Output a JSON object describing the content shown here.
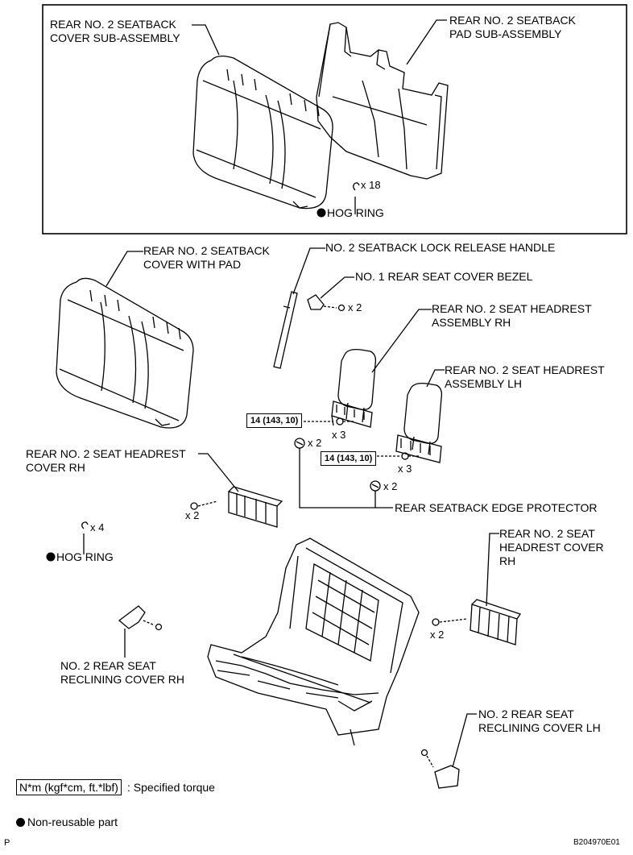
{
  "labels": {
    "rear_seatback_cover_subassy": "REAR NO. 2 SEATBACK\nCOVER SUB-ASSEMBLY",
    "rear_seatback_pad_subassy": "REAR NO. 2 SEATBACK\nPAD SUB-ASSEMBLY",
    "hog_ring_top_qty": "x 18",
    "hog_ring_top": "HOG RING",
    "seatback_cover_with_pad": "REAR NO. 2 SEATBACK\nCOVER WITH PAD",
    "lock_release_handle": "NO. 2 SEATBACK LOCK RELEASE HANDLE",
    "rear_seat_cover_bezel": "NO. 1 REAR SEAT COVER BEZEL",
    "bezel_qty": "x 2",
    "headrest_assy_rh": "REAR NO. 2 SEAT HEADREST\nASSEMBLY RH",
    "headrest_assy_lh": "REAR NO. 2 SEAT HEADREST\nASSEMBLY LH",
    "torque_1": "14 (143, 10)",
    "torque_1_qty": "x 3",
    "torque_2": "14 (143, 10)",
    "torque_2_qty": "x 3",
    "edge_protector_qty_1": "x 2",
    "edge_protector_qty_2": "x 2",
    "edge_protector": "REAR SEATBACK EDGE PROTECTOR",
    "headrest_cover_rh_left": "REAR NO. 2 SEAT HEADREST\nCOVER RH",
    "headrest_cover_left_qty": "x 2",
    "hog_ring_bottom_qty": "x 4",
    "hog_ring_bottom": "HOG RING",
    "headrest_cover_rh_right": "REAR NO. 2 SEAT\nHEADREST COVER\nRH",
    "headrest_cover_right_qty": "x 2",
    "reclining_cover_rh": "NO. 2 REAR SEAT\nRECLINING COVER RH",
    "reclining_cover_lh": "NO. 2 REAR SEAT\nRECLINING COVER LH"
  },
  "legend": {
    "torque_unit": "N*m (kgf*cm, ft.*lbf)",
    "torque_desc": ": Specified torque",
    "nonreusable": "Non-reusable part"
  },
  "footer": {
    "left_mark": "P",
    "figure_id": "B204970E01"
  }
}
